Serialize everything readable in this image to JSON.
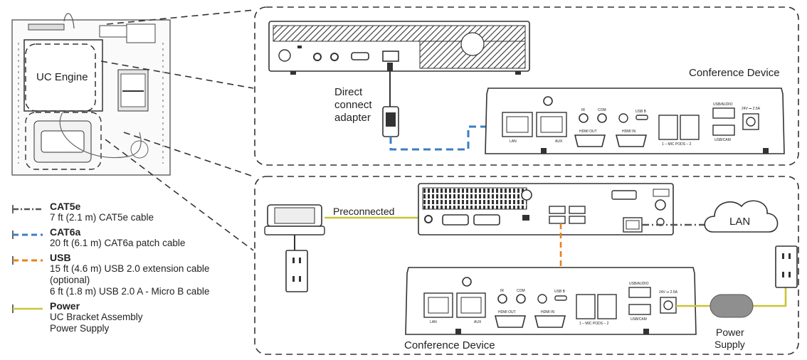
{
  "diagram": {
    "uc_engine_label": "UC Engine",
    "direct_connect_adapter": [
      "Direct",
      "connect",
      "adapter"
    ],
    "conference_device_top": "Conference Device",
    "conference_device_bottom": "Conference Device",
    "preconnected": "Preconnected",
    "lan_cloud": "LAN",
    "power_supply": [
      "Power",
      "Supply"
    ],
    "panel_labels": {
      "ir": "IR",
      "com": "COM",
      "usb_b": "USB B",
      "lan": "LAN",
      "aux": "AUX",
      "hdmi_out": "HDMI OUT",
      "hdmi_in": "HDMI IN",
      "mic_pods": "1 – MIC PODS – 2",
      "usb_audio": "USB/AUDIO",
      "usb_cam": "USB/CAM",
      "dc_power": "24V ⎓ 2.5A"
    }
  },
  "legend": [
    {
      "key": "cat5e",
      "title": "CAT5e",
      "lines": [
        "7 ft (2.1 m) CAT5e cable"
      ],
      "color": "#555555"
    },
    {
      "key": "cat6a",
      "title": "CAT6a",
      "lines": [
        "20 ft (6.1 m) CAT6a patch cable"
      ],
      "color": "#3a7fc1"
    },
    {
      "key": "usb",
      "title": "USB",
      "lines": [
        "15 ft (4.6 m) USB 2.0 extension cable",
        "(optional)",
        "6 ft (1.8 m) USB 2.0 A - Micro B cable"
      ],
      "color": "#e8801c"
    },
    {
      "key": "power",
      "title": "Power",
      "lines": [
        "UC Bracket Assembly",
        "Power Supply"
      ],
      "color": "#c9c43a"
    }
  ],
  "colors": {
    "line_dark": "#333333",
    "cat5e": "#555555",
    "cat6a": "#3a7fc1",
    "usb": "#e8801c",
    "power": "#c9c43a",
    "power_brick": "#8f8f8f"
  }
}
